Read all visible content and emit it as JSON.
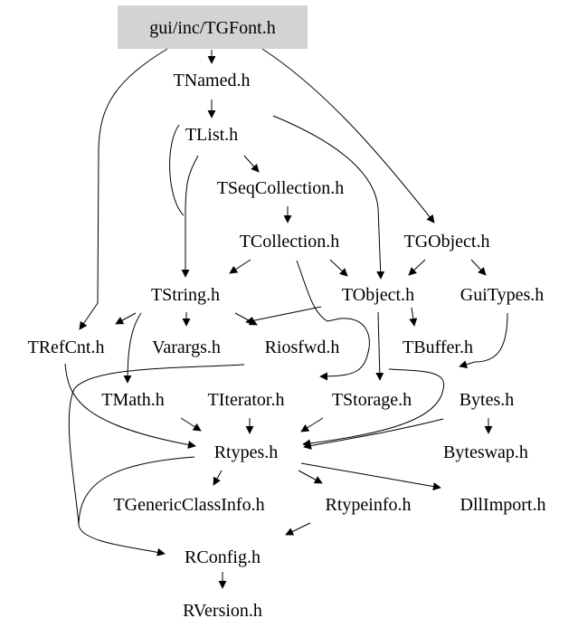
{
  "graph": {
    "root": "gui/inc/TGFont.h",
    "root_fill": "#d3d3d3",
    "nodes": {
      "TNamed": "TNamed.h",
      "TList": "TList.h",
      "TSeqCollection": "TSeqCollection.h",
      "TCollection": "TCollection.h",
      "TGObject": "TGObject.h",
      "TString": "TString.h",
      "TObject": "TObject.h",
      "GuiTypes": "GuiTypes.h",
      "TRefCnt": "TRefCnt.h",
      "Varargs": "Varargs.h",
      "Riosfwd": "Riosfwd.h",
      "TBuffer": "TBuffer.h",
      "TMath": "TMath.h",
      "TIterator": "TIterator.h",
      "TStorage": "TStorage.h",
      "Bytes": "Bytes.h",
      "Rtypes": "Rtypes.h",
      "Byteswap": "Byteswap.h",
      "TGenericClassInfo": "TGenericClassInfo.h",
      "Rtypeinfo": "Rtypeinfo.h",
      "DllImport": "DllImport.h",
      "RConfig": "RConfig.h",
      "RVersion": "RVersion.h"
    }
  }
}
